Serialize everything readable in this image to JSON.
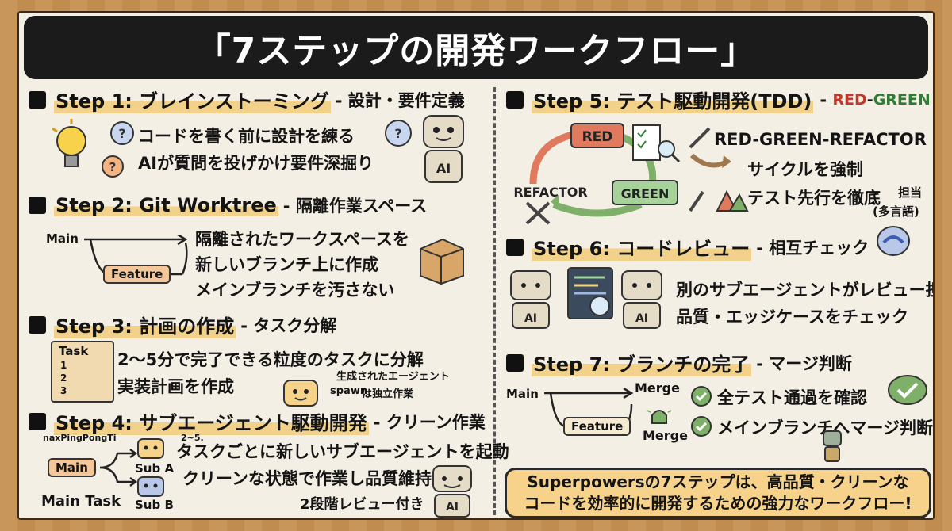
{
  "title": "「7ステップの開発ワークフロー」",
  "steps": [
    {
      "head": "Step 1: ブレインストーミング",
      "sub": "- 設計・要件定義",
      "lines": [
        "コードを書く前に設計を練る",
        "AIが質問を投げかけ要件深掘り"
      ],
      "bot": "AI"
    },
    {
      "head": "Step 2: Git Worktree",
      "sub": "- 隔離作業スペース",
      "lines": [
        "隔離されたワークスペースを",
        "新しいブランチ上に作成",
        "メインブランチを汚さない"
      ],
      "main_label": "Main",
      "feature_label": "Feature"
    },
    {
      "head": "Step 3: 計画の作成",
      "sub": "- タスク分解",
      "lines": [
        "2～5分で完了できる粒度のタスクに分解",
        "実装計画を作成"
      ],
      "task_label": "Task",
      "task_nums": [
        "1",
        "2",
        "3"
      ],
      "spawn_note": "生成されたエージェント",
      "spawn_note2": "は独立作業",
      "spawn_label": "spawn"
    },
    {
      "head": "Step 4: サブエージェント駆動開発",
      "sub": "- クリーン作業",
      "lines": [
        "タスクごとに新しいサブエージェントを起動",
        "クリーンな状態で作業し品質維持",
        "2段階レビュー付き"
      ],
      "noise_left": "naxPingPongTi",
      "noise_right": "2~5.",
      "main_label": "Main",
      "sub_a": "Sub A",
      "sub_b": "Sub B",
      "main_task": "Main Task",
      "bot": "AI"
    },
    {
      "head": "Step 5: テスト駆動開発(TDD)",
      "sub_red": "RED",
      "sub_dash": "-",
      "sub_green": "GREEN",
      "cycle": {
        "red": "RED",
        "green": "GREEN",
        "refactor": "REFACTOR"
      },
      "lines": [
        "RED-GREEN-REFACTOR",
        "サイクルを強制",
        "テスト先行を徹底"
      ],
      "badge1": "担当",
      "badge2": "(多言語)"
    },
    {
      "head": "Step 6: コードレビュー",
      "sub": "- 相互チェック",
      "lines": [
        "別のサブエージェントがレビュー担当",
        "品質・エッジケースをチェック"
      ],
      "bot": "AI"
    },
    {
      "head": "Step 7: ブランチの完了",
      "sub": "- マージ判断",
      "main_label": "Main",
      "feature_label": "Feature",
      "merge1": "Merge",
      "merge2": "Merge",
      "lines": [
        "全テスト通過を確認",
        "メインブランチへマージ判断"
      ]
    }
  ],
  "summary": {
    "line1": "Superpowersの7ステップは、高品質・クリーンな",
    "line2": "コードを効率的に開発するための強力なワークフロー!"
  },
  "colors": {
    "red": "#c0392b",
    "green": "#2e7d32",
    "highlight": "#f2d28a",
    "summary_bg": "#f6d28a"
  }
}
